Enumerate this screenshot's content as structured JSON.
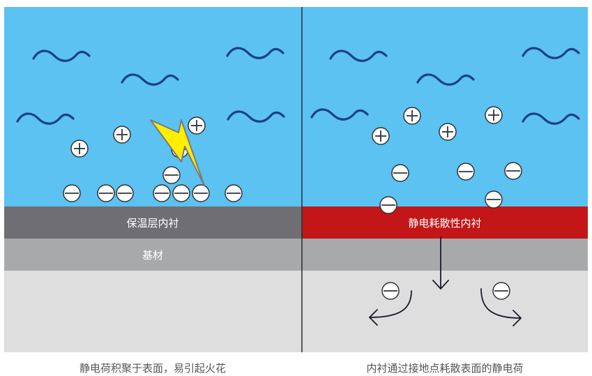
{
  "left_panel": {
    "layer_top_label": "保温层内衬",
    "layer_base_label": "基材",
    "caption": "静电荷积聚于表面，易引起火花"
  },
  "right_panel": {
    "layer_top_label": "静电耗散性内衬",
    "caption": "内衬通过接地点耗散表面的静电荷"
  },
  "colors": {
    "liquid": "#5bc2f2",
    "wave": "#1b3f86",
    "insulating_lining": "#6f6e73",
    "dissipative_lining": "#c21618",
    "substrate": "#a8a9ab",
    "ground_area": "#dedede",
    "spark": "#ffee00"
  },
  "icons": {
    "positive_charge": "circle-plus",
    "negative_charge": "circle-minus",
    "spark": "lightning-bolt"
  }
}
